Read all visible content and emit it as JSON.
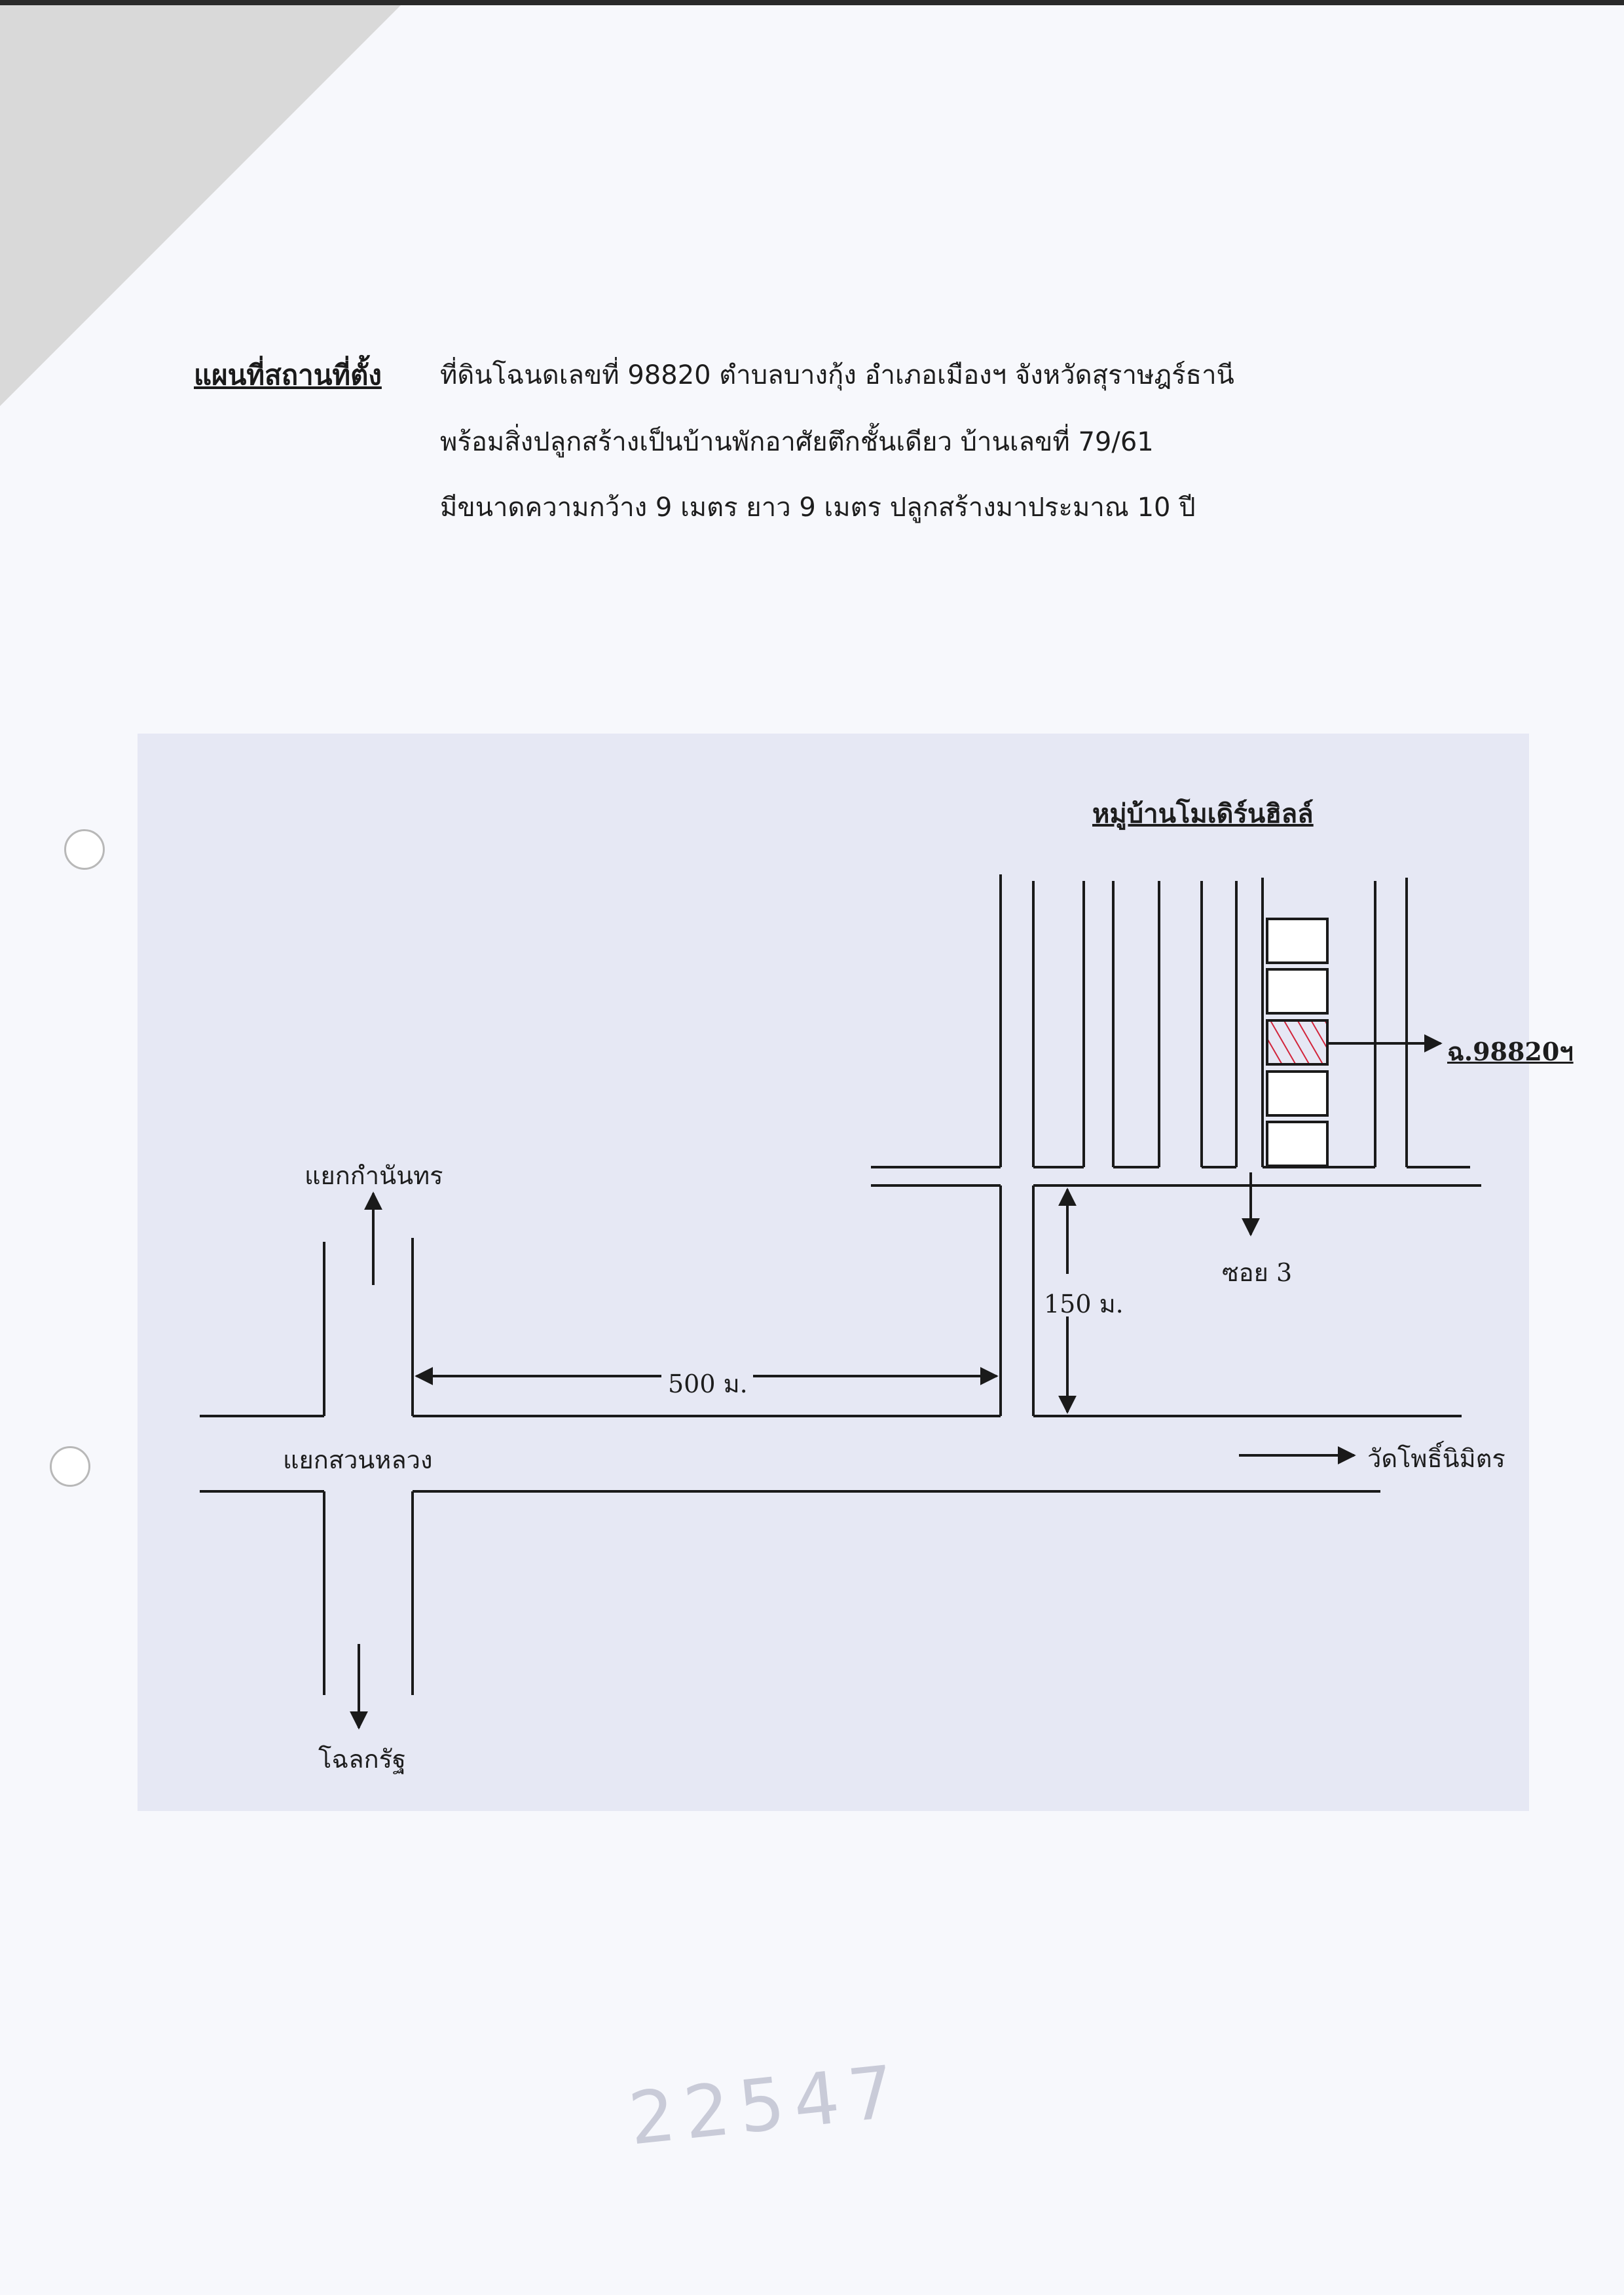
{
  "header": {
    "title": "แผนที่สถานที่ตั้ง",
    "line1": "ที่ดินโฉนดเลขที่ 98820  ตำบลบางกุ้ง  อำเภอเมืองฯ  จังหวัดสุราษฎร์ธานี",
    "line2": "พร้อมสิ่งปลูกสร้างเป็นบ้านพักอาศัยตึกชั้นเดียว  บ้านเลขที่ 79/61",
    "line3": "มีขนาดความกว้าง 9 เมตร ยาว 9 เมตร  ปลูกสร้างมาประมาณ 10 ปี"
  },
  "map": {
    "village_name": "หมู่บ้านโมเดิร์นฮิลล์",
    "plot_label": "ฉ.98820ฯ",
    "junction_north": "แยกกำนันทร",
    "junction_main": "แยกสวนหลวง",
    "direction_south": "โฉลกรัฐ",
    "direction_east": "วัดโพธิ์นิมิตร",
    "soi_label": "ซอย 3",
    "distance_horizontal": "500 ม.",
    "distance_vertical": "150 ม."
  },
  "stamp_text": "22547",
  "colors": {
    "line": "#1a1a1a",
    "plot_hatch": "#d2233a",
    "tint": "#e6e8f4"
  }
}
